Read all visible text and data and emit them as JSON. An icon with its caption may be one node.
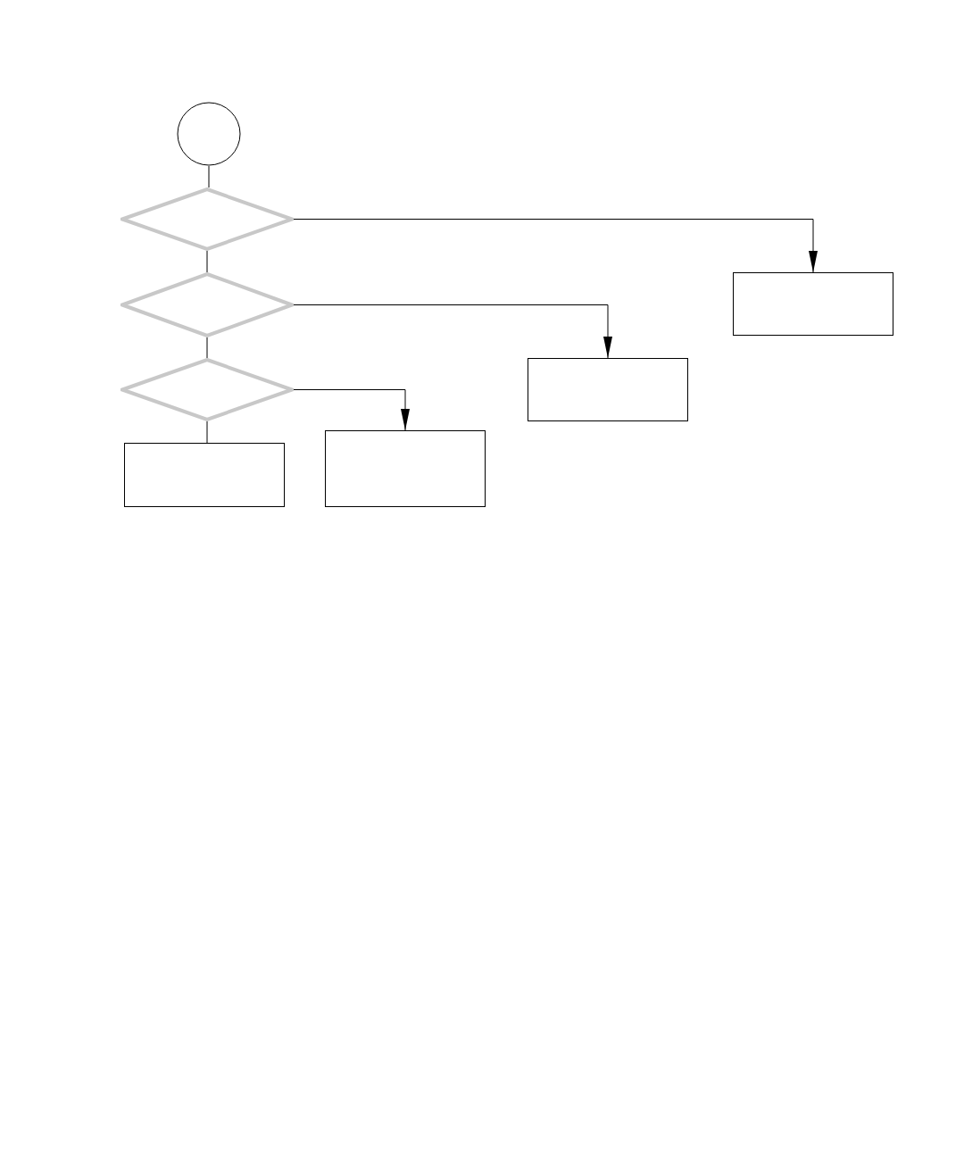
{
  "diagram": {
    "nodes": [
      {
        "text": [],
        "shape": "circle"
      },
      {
        "text": [],
        "shape": "diamond"
      },
      {
        "text": [],
        "shape": "diamond"
      },
      {
        "text": [],
        "shape": "diamond"
      },
      {
        "text": [],
        "shape": "box"
      },
      {
        "text": [],
        "shape": "box"
      },
      {
        "text": [],
        "shape": "box"
      },
      {
        "text": [],
        "shape": "box"
      }
    ],
    "edges": [
      {
        "from": 0,
        "to": 1,
        "arrow": "none"
      },
      {
        "from": 1,
        "to": 2,
        "arrow": "none"
      },
      {
        "from": 2,
        "to": 3,
        "arrow": "none"
      },
      {
        "from": 3,
        "to": 4,
        "arrow": "none"
      },
      {
        "from": 3,
        "to": 5,
        "arrow": "to"
      },
      {
        "from": 2,
        "to": 6,
        "arrow": "to"
      },
      {
        "from": 1,
        "to": 7,
        "arrow": "to"
      }
    ]
  }
}
